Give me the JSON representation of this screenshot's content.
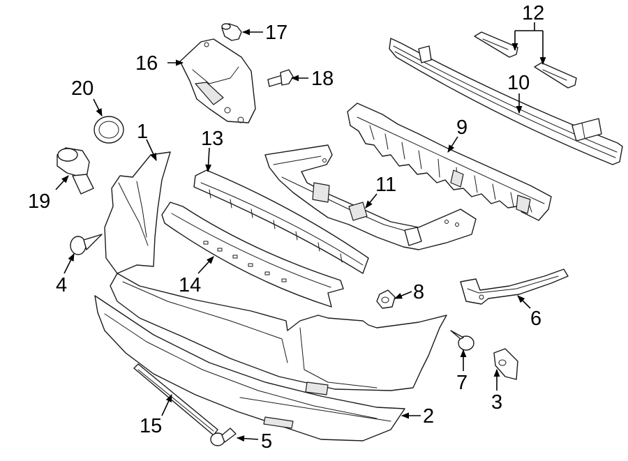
{
  "callouts": [
    {
      "id": "1",
      "label": "1"
    },
    {
      "id": "2",
      "label": "2"
    },
    {
      "id": "3",
      "label": "3"
    },
    {
      "id": "4",
      "label": "4"
    },
    {
      "id": "5",
      "label": "5"
    },
    {
      "id": "6",
      "label": "6"
    },
    {
      "id": "7",
      "label": "7"
    },
    {
      "id": "8",
      "label": "8"
    },
    {
      "id": "9",
      "label": "9"
    },
    {
      "id": "10",
      "label": "10"
    },
    {
      "id": "11",
      "label": "11"
    },
    {
      "id": "12",
      "label": "12"
    },
    {
      "id": "13",
      "label": "13"
    },
    {
      "id": "14",
      "label": "14"
    },
    {
      "id": "15",
      "label": "15"
    },
    {
      "id": "16",
      "label": "16"
    },
    {
      "id": "17",
      "label": "17"
    },
    {
      "id": "18",
      "label": "18"
    },
    {
      "id": "19",
      "label": "19"
    },
    {
      "id": "20",
      "label": "20"
    }
  ],
  "colors": {
    "line": "#1a1a1a",
    "background": "#ffffff",
    "shade": "#e6e6e6"
  }
}
